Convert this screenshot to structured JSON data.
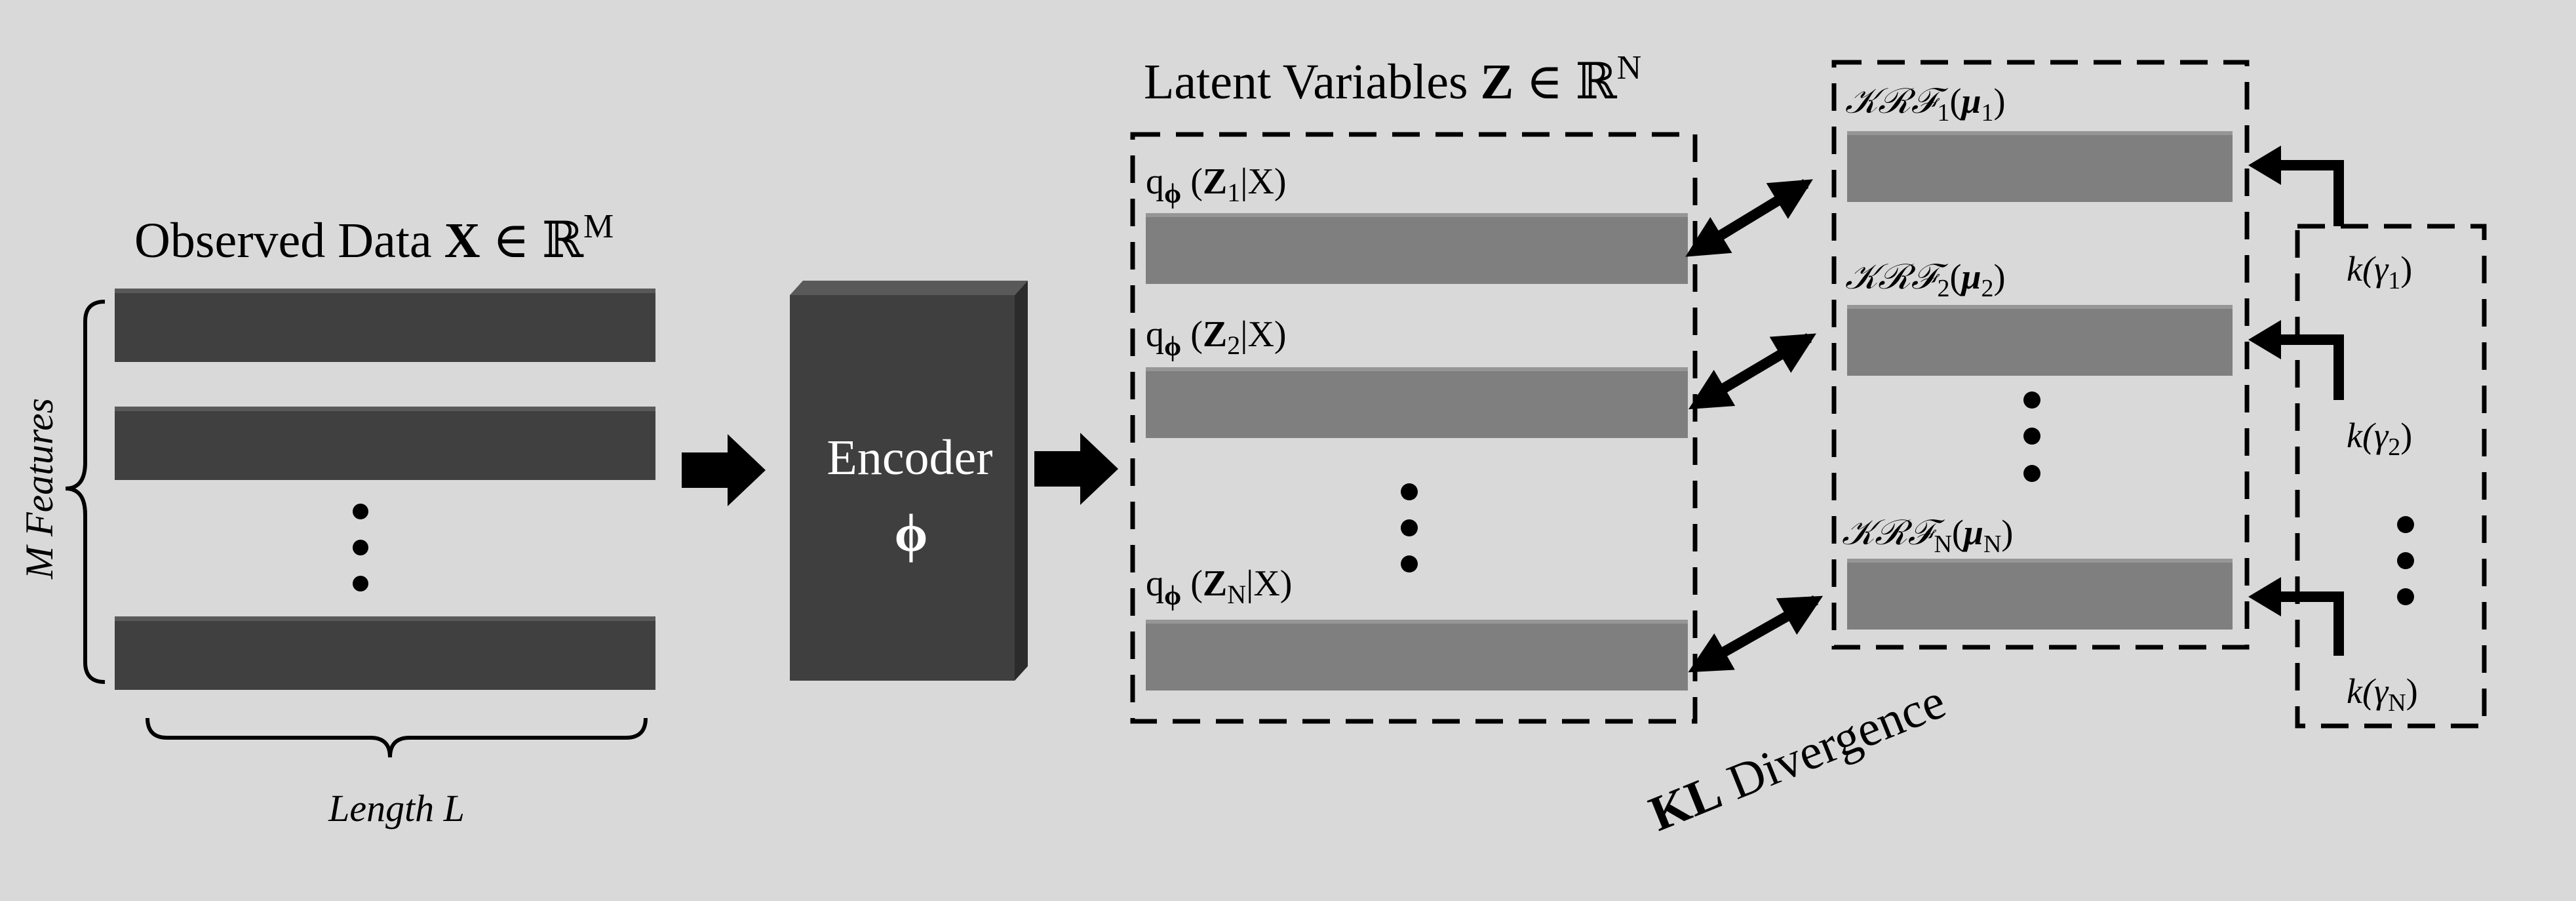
{
  "observed": {
    "title_text": "Observed Data ",
    "title_var": "X",
    "title_rel": " ∈ ℝ",
    "title_sup": "M",
    "features_label": "M Features",
    "ellipsis": "⋮",
    "length_label": "Length L"
  },
  "encoder": {
    "label": "Encoder",
    "symbol": "ϕ"
  },
  "latent": {
    "title_text": "Latent Variables ",
    "title_var": "Z",
    "title_rel": " ∈ ℝ",
    "title_sup": "N",
    "rows": [
      {
        "q": "q",
        "phi": "ϕ",
        "open": " (",
        "z": "Z",
        "sub": "1",
        "rest": "|X)"
      },
      {
        "q": "q",
        "phi": "ϕ",
        "open": " (",
        "z": "Z",
        "sub": "2",
        "rest": "|X)"
      },
      {
        "q": "q",
        "phi": "ϕ",
        "open": " (",
        "z": "Z",
        "sub": "N",
        "rest": "|X)"
      }
    ]
  },
  "krf": {
    "rows": [
      {
        "name": "𝒦ℛℱ",
        "sub": "1",
        "arg_open": "(",
        "mu": "μ",
        "mu_sub": "1",
        "arg_close": ")"
      },
      {
        "name": "𝒦ℛℱ",
        "sub": "2",
        "arg_open": "(",
        "mu": "μ",
        "mu_sub": "2",
        "arg_close": ")"
      },
      {
        "name": "𝒦ℛℱ",
        "sub": "N",
        "arg_open": "(",
        "mu": "μ",
        "mu_sub": "N",
        "arg_close": ")"
      }
    ]
  },
  "kernels": {
    "rows": [
      {
        "k": "k(",
        "gamma": "γ",
        "sub": "1",
        "close": ")"
      },
      {
        "k": "k(",
        "gamma": "γ",
        "sub": "2",
        "close": ")"
      },
      {
        "k": "k(",
        "gamma": "γ",
        "sub": "N",
        "close": ")"
      }
    ]
  },
  "kl": {
    "bold": "KL",
    "text": " Divergence"
  },
  "colors": {
    "background": "#d9d9d9",
    "dark_bar": "#404040",
    "light_bar": "#7f7f7f",
    "encoder": "#3f3f3f",
    "outline": "#000000"
  }
}
